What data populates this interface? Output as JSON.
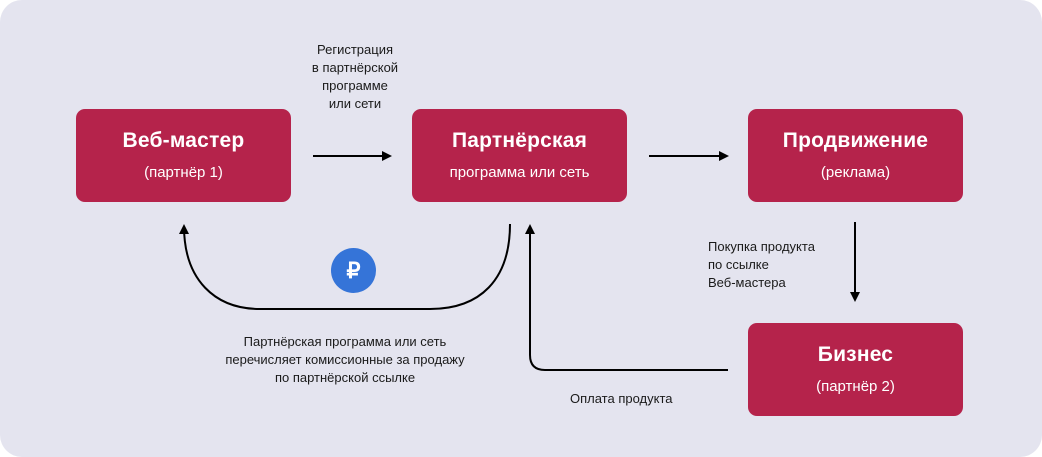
{
  "nodes": {
    "webmaster": {
      "title": "Веб-мастер",
      "subtitle": "(партнёр 1)"
    },
    "program": {
      "title": "Партнёрская",
      "subtitle": "программа или сеть"
    },
    "promotion": {
      "title": "Продвижение",
      "subtitle": "(реклама)"
    },
    "business": {
      "title": "Бизнес",
      "subtitle": "(партнёр 2)"
    }
  },
  "labels": {
    "registration": [
      "Регистрация",
      "в партнёрской",
      "программе",
      "или сети"
    ],
    "purchase": [
      "Покупка продукта",
      "по ссылке",
      "Веб-мастера"
    ],
    "commission": [
      "Партнёрская программа или сеть",
      "перечисляет комиссионные за продажу",
      "по партнёрской ссылке"
    ],
    "payment": "Оплата продукта"
  },
  "icons": {
    "currency": "₽"
  },
  "colors": {
    "box": "#b5234b",
    "background": "#e4e4ef",
    "ruble": "#3574d8"
  }
}
